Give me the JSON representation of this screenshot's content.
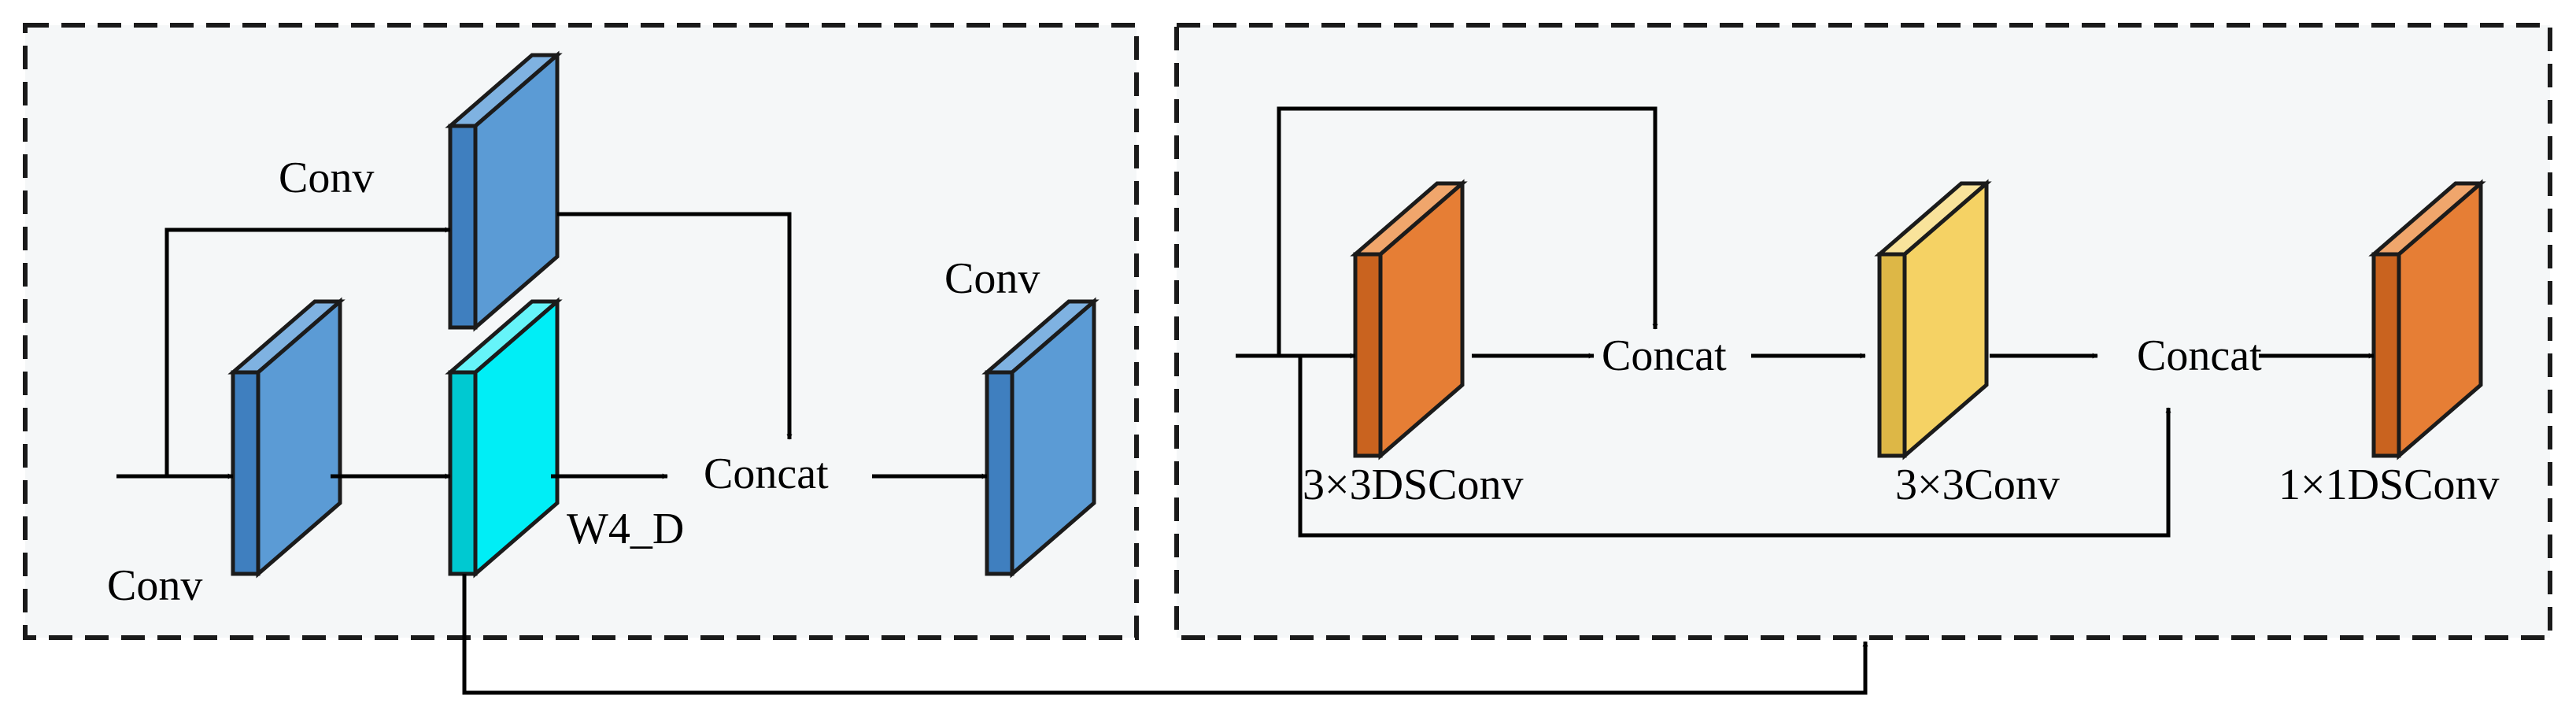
{
  "left_module": {
    "labels": {
      "conv_top": "Conv",
      "conv_bottom": "Conv",
      "w4d": "W4_D",
      "concat": "Concat",
      "conv_output": "Conv"
    }
  },
  "right_module": {
    "labels": {
      "dsconv3": "3×3DSConv",
      "concat_1": "Concat",
      "conv3": "3×3Conv",
      "concat_2": "Concat",
      "dsconv1": "1×1DSConv"
    }
  },
  "colors": {
    "panel_fill": "#f5f7f8",
    "blue_block": "#5b9bd5",
    "cyan_block": "#00eef6",
    "orange_block": "#e67e35",
    "yellow_block": "#f5d264",
    "line": "#000000"
  }
}
